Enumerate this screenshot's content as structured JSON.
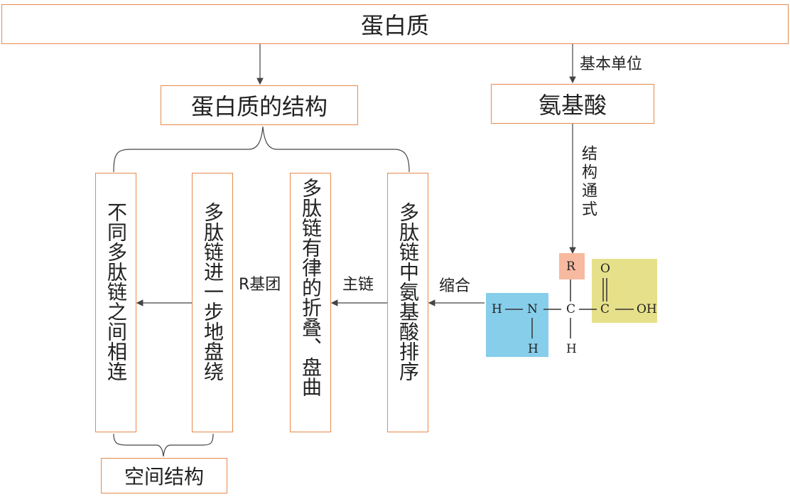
{
  "title": "蛋白质",
  "structure": "蛋白质的结构",
  "amino_acid": "氨基酸",
  "basic_unit_label": "基本单位",
  "formula_label": "结构通式",
  "levels": [
    {
      "id": "a",
      "text": "多肽链中氨基酸排序"
    },
    {
      "id": "b",
      "text": "多肽链有律的折叠、盘曲"
    },
    {
      "id": "c",
      "text": "多肽链进一步地盘绕"
    },
    {
      "id": "d",
      "text": "不同多肽链之间相连"
    }
  ],
  "arrow_labels": {
    "condense": "缩合",
    "main_chain": "主链",
    "r_group": "R基团"
  },
  "spatial": "空间结构",
  "formula": {
    "R": "R",
    "O": "O",
    "C_carboxyl": "C",
    "OH": "OH",
    "C_alpha": "C",
    "N": "N",
    "H_left": "H",
    "H_under_N": "H",
    "H_under_C": "H",
    "colors": {
      "amino": "#87ceeb",
      "r_group": "#f7b9a0",
      "carboxyl": "#e6e08a"
    }
  },
  "colors": {
    "border": "#e8894a",
    "line": "#444444"
  }
}
